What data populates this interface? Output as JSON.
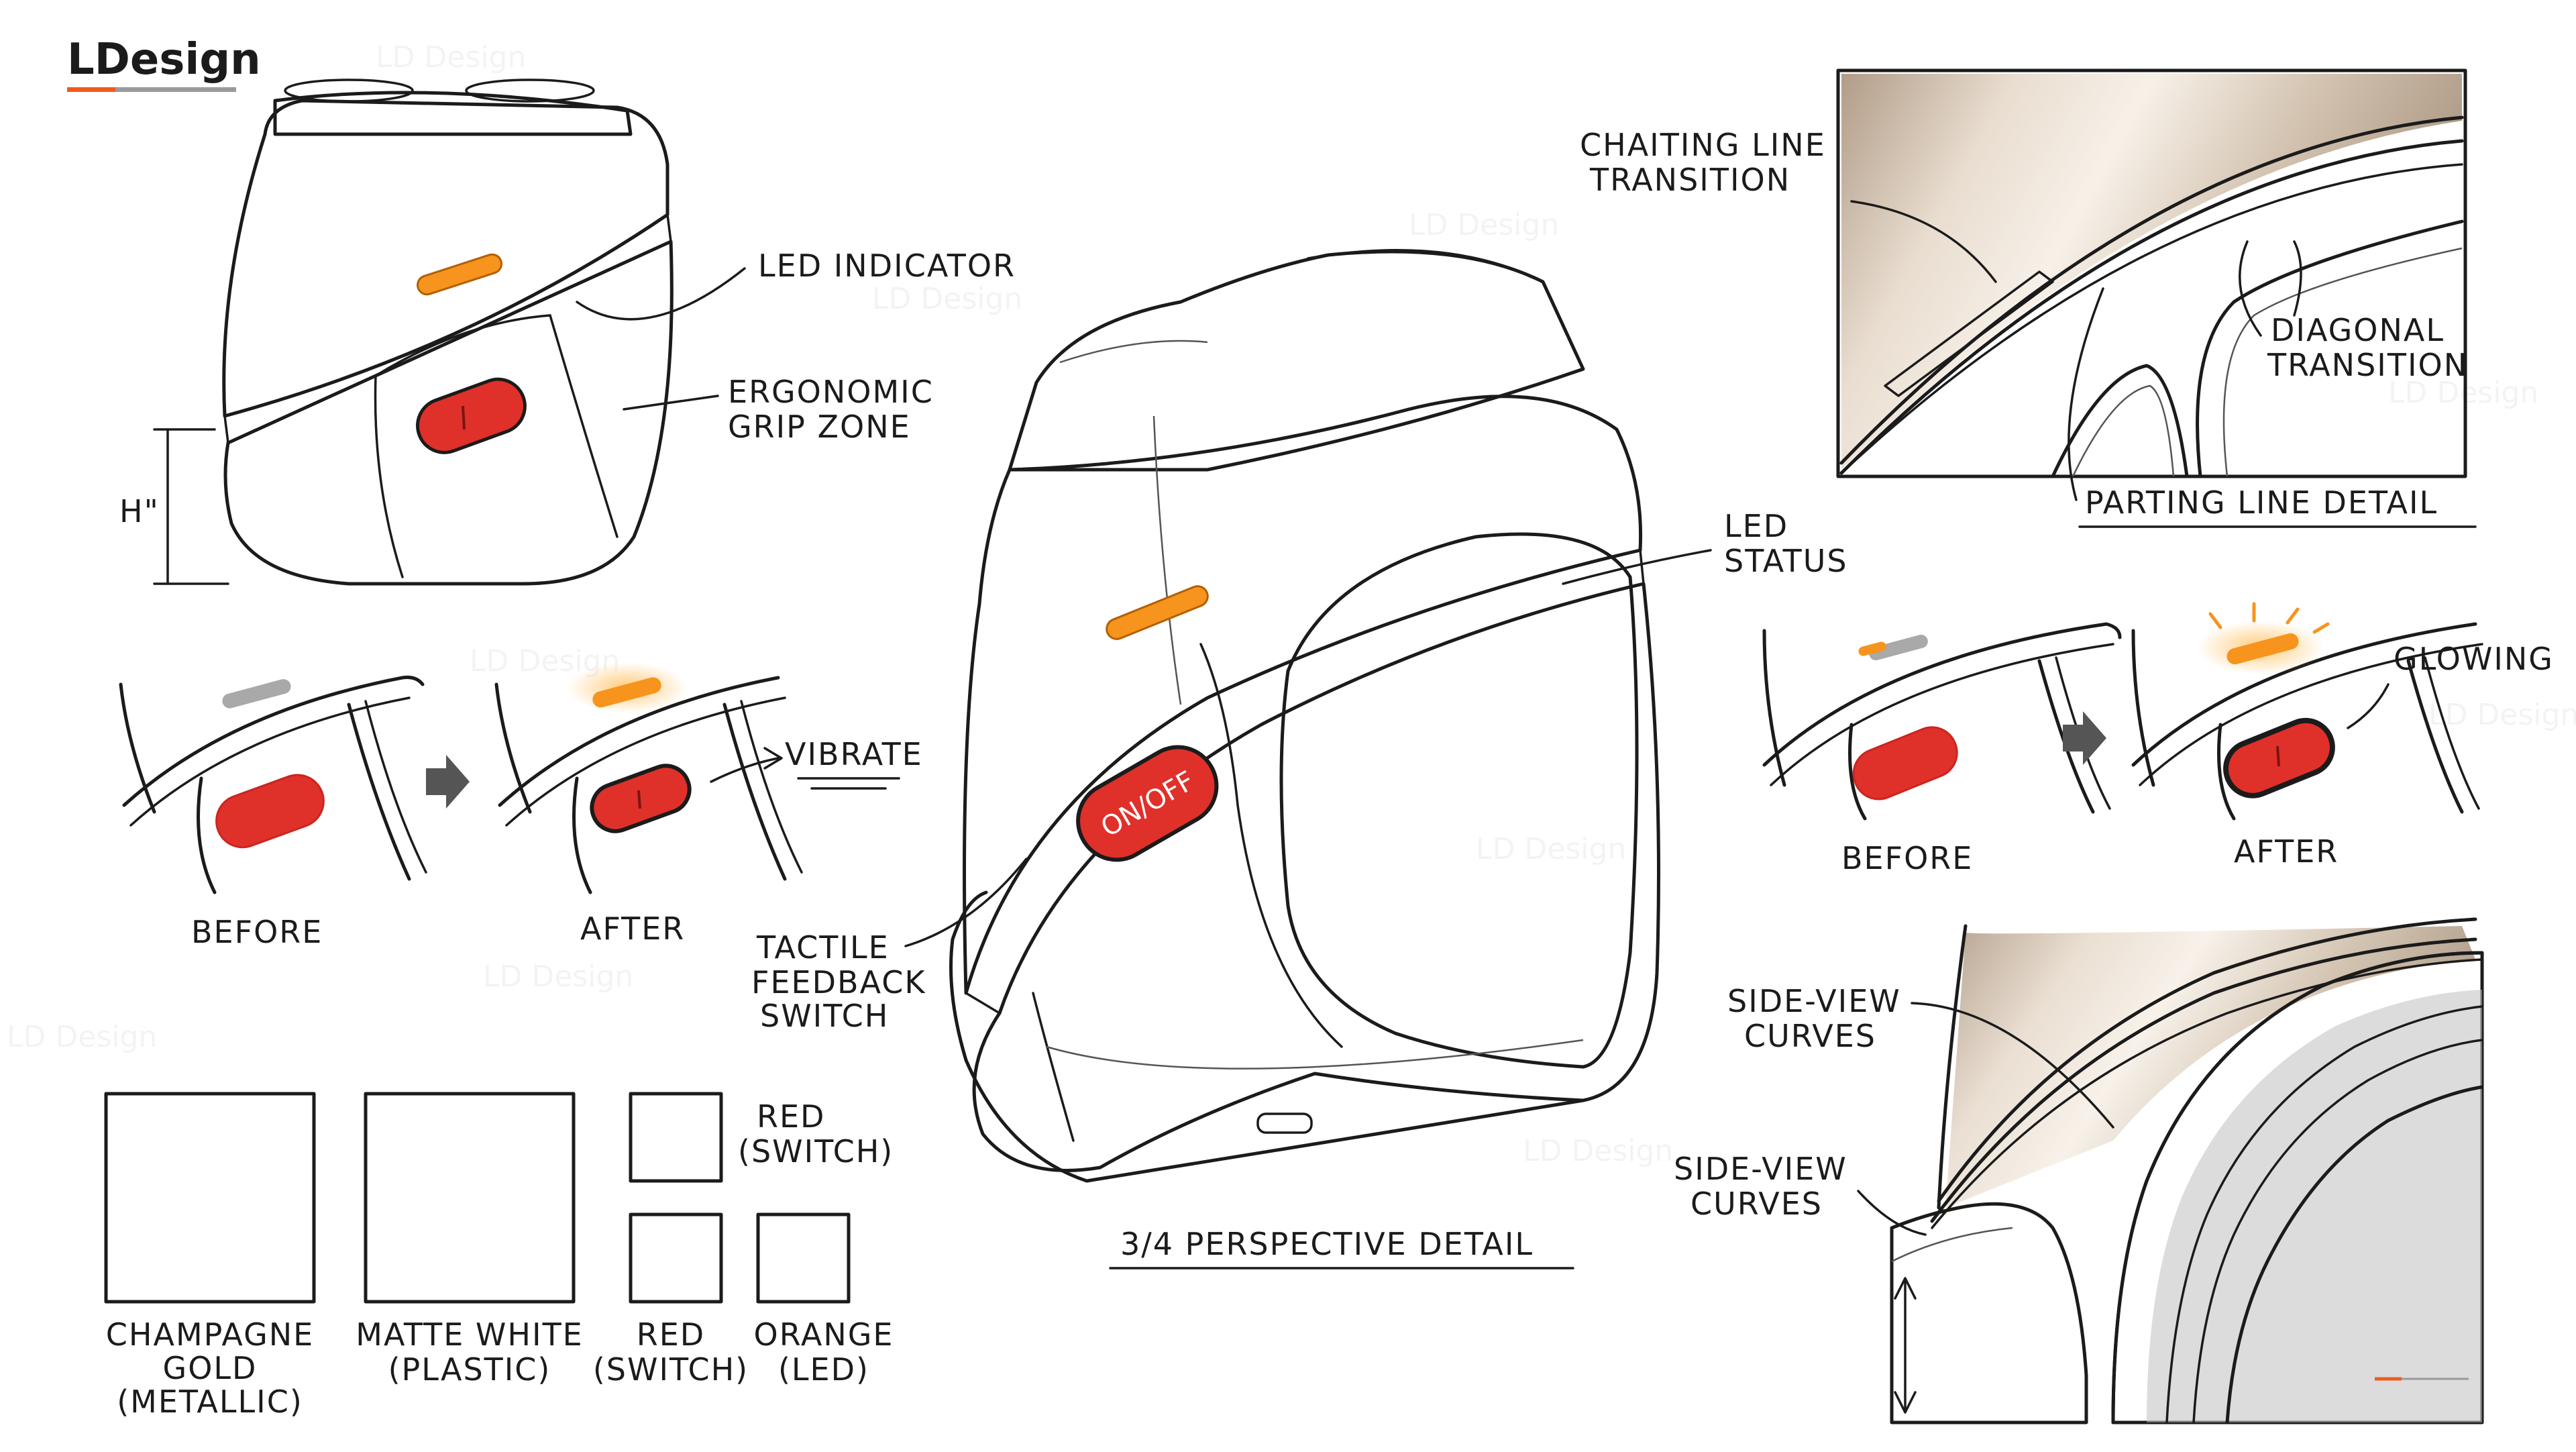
{
  "brand": {
    "name": "LDesign",
    "accent": "#f05a1a",
    "underline_gray": "#9a9a9a"
  },
  "watermark": "LD Design",
  "colors": {
    "champagne_gold": "#cdbba6",
    "matte_white": "#ffffff",
    "red": "#e0302a",
    "red_orange": "#ef6136",
    "orange": "#f7941d",
    "ink": "#1b1b1b"
  },
  "labels": {
    "led_indicator": "LED INDICATOR",
    "ergonomic_1": "ERGONOMIC",
    "ergonomic_2": "GRIP ZONE",
    "height_mark": "H\"",
    "before": "BEFORE",
    "after": "AFTER",
    "vibrate": "VIBRATE",
    "switch_text": "ON/OFF",
    "tactile_1": "TACTILE",
    "tactile_2": "FEEDBACK",
    "tactile_3": "SWITCH",
    "perspective": "3/4 PERSPECTIVE DETAIL",
    "led_status_1": "LED",
    "led_status_2": "STATUS",
    "chaiting_1": "CHAITING LINE",
    "chaiting_2": "TRANSITION",
    "diagonal_1": "DIAGONAL",
    "diagonal_2": "TRANSITION",
    "parting": "PARTING LINE DETAIL",
    "glowing": "GLOWING",
    "sideview_1": "SIDE-VIEW",
    "sideview_2": "CURVES"
  },
  "swatches": [
    {
      "lines": [
        "CHAMPAGNE",
        "GOLD",
        "(METALLIC)"
      ]
    },
    {
      "lines": [
        "MATTE WHITE",
        "(PLASTIC)"
      ]
    },
    {
      "lines": [
        "RED",
        "(SWITCH)"
      ]
    },
    {
      "lines": [
        "RED",
        "(SWITCH)"
      ]
    },
    {
      "lines": [
        "ORANGE",
        "(LED)"
      ]
    }
  ]
}
